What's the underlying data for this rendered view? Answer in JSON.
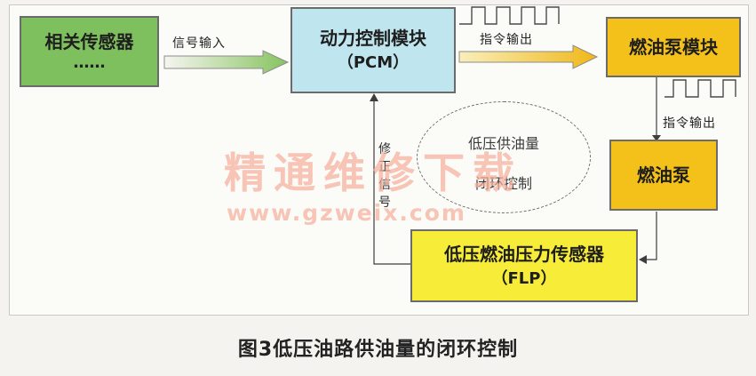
{
  "watermark": {
    "text": "精通维修下载",
    "url": "www.gzweix.com"
  },
  "nodes": {
    "sensors": {
      "title": "相关传感器",
      "subtitle": "……"
    },
    "pcm": {
      "title": "动力控制模块",
      "subtitle": "（PCM）"
    },
    "fuel_pump_module": {
      "title": "燃油泵模块"
    },
    "fuel_pump": {
      "title": "燃油泵"
    },
    "flp": {
      "title": "低压燃油压力传感器",
      "subtitle": "（FLP）"
    }
  },
  "edges": {
    "signal_input": "信号输入",
    "command_output_1": "指令输出",
    "command_output_2": "指令输出",
    "correction_signal": "修正信号"
  },
  "loop": {
    "line1": "低压供油量",
    "line2": "闭环控制"
  },
  "caption": "图3低压油路供油量的闭环控制"
}
